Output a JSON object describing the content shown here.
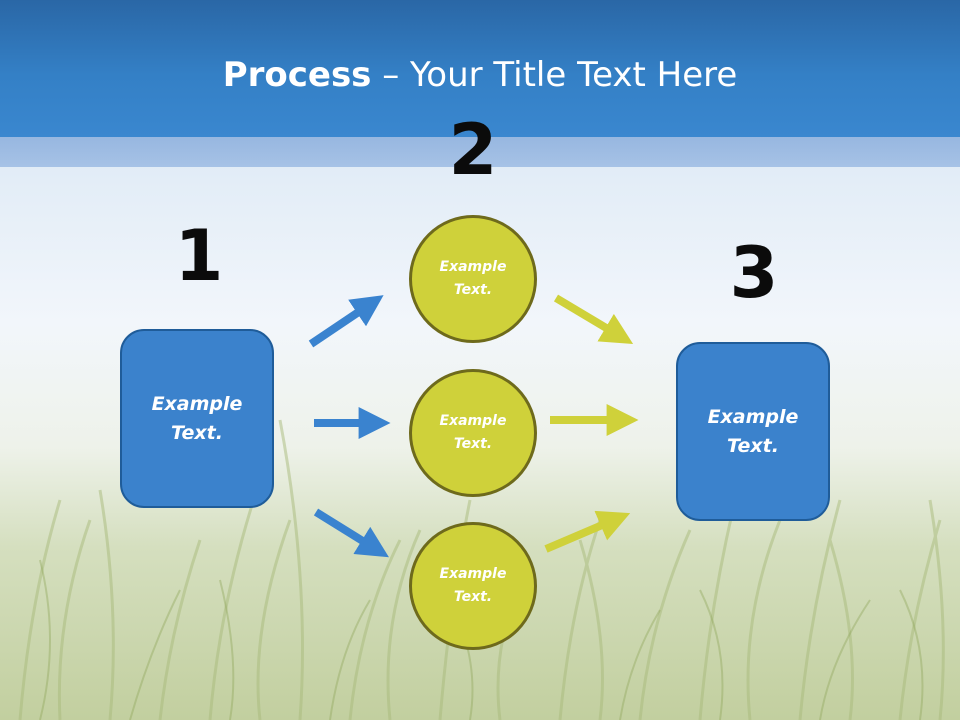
{
  "title": {
    "bold": "Process",
    "rest": " – Your Title Text Here"
  },
  "numbers": [
    "1",
    "2",
    "3"
  ],
  "boxes": [
    {
      "line1": "Example",
      "line2": "Text."
    },
    {
      "line1": "Example",
      "line2": "Text."
    }
  ],
  "circles": [
    {
      "line1": "Example",
      "line2": "Text."
    },
    {
      "line1": "Example",
      "line2": "Text."
    },
    {
      "line1": "Example",
      "line2": "Text."
    }
  ],
  "colors": {
    "header": "#3480c6",
    "box_fill": "#3b82cc",
    "box_border": "#1f5c99",
    "circle_fill": "#cfd13a",
    "circle_border": "#6e6a1c",
    "blue_arrow": "#3a83cf",
    "yellow_arrow": "#cfd13a"
  },
  "icons": {
    "arrow": "arrow-right-icon",
    "background": "grass-field-photo"
  }
}
